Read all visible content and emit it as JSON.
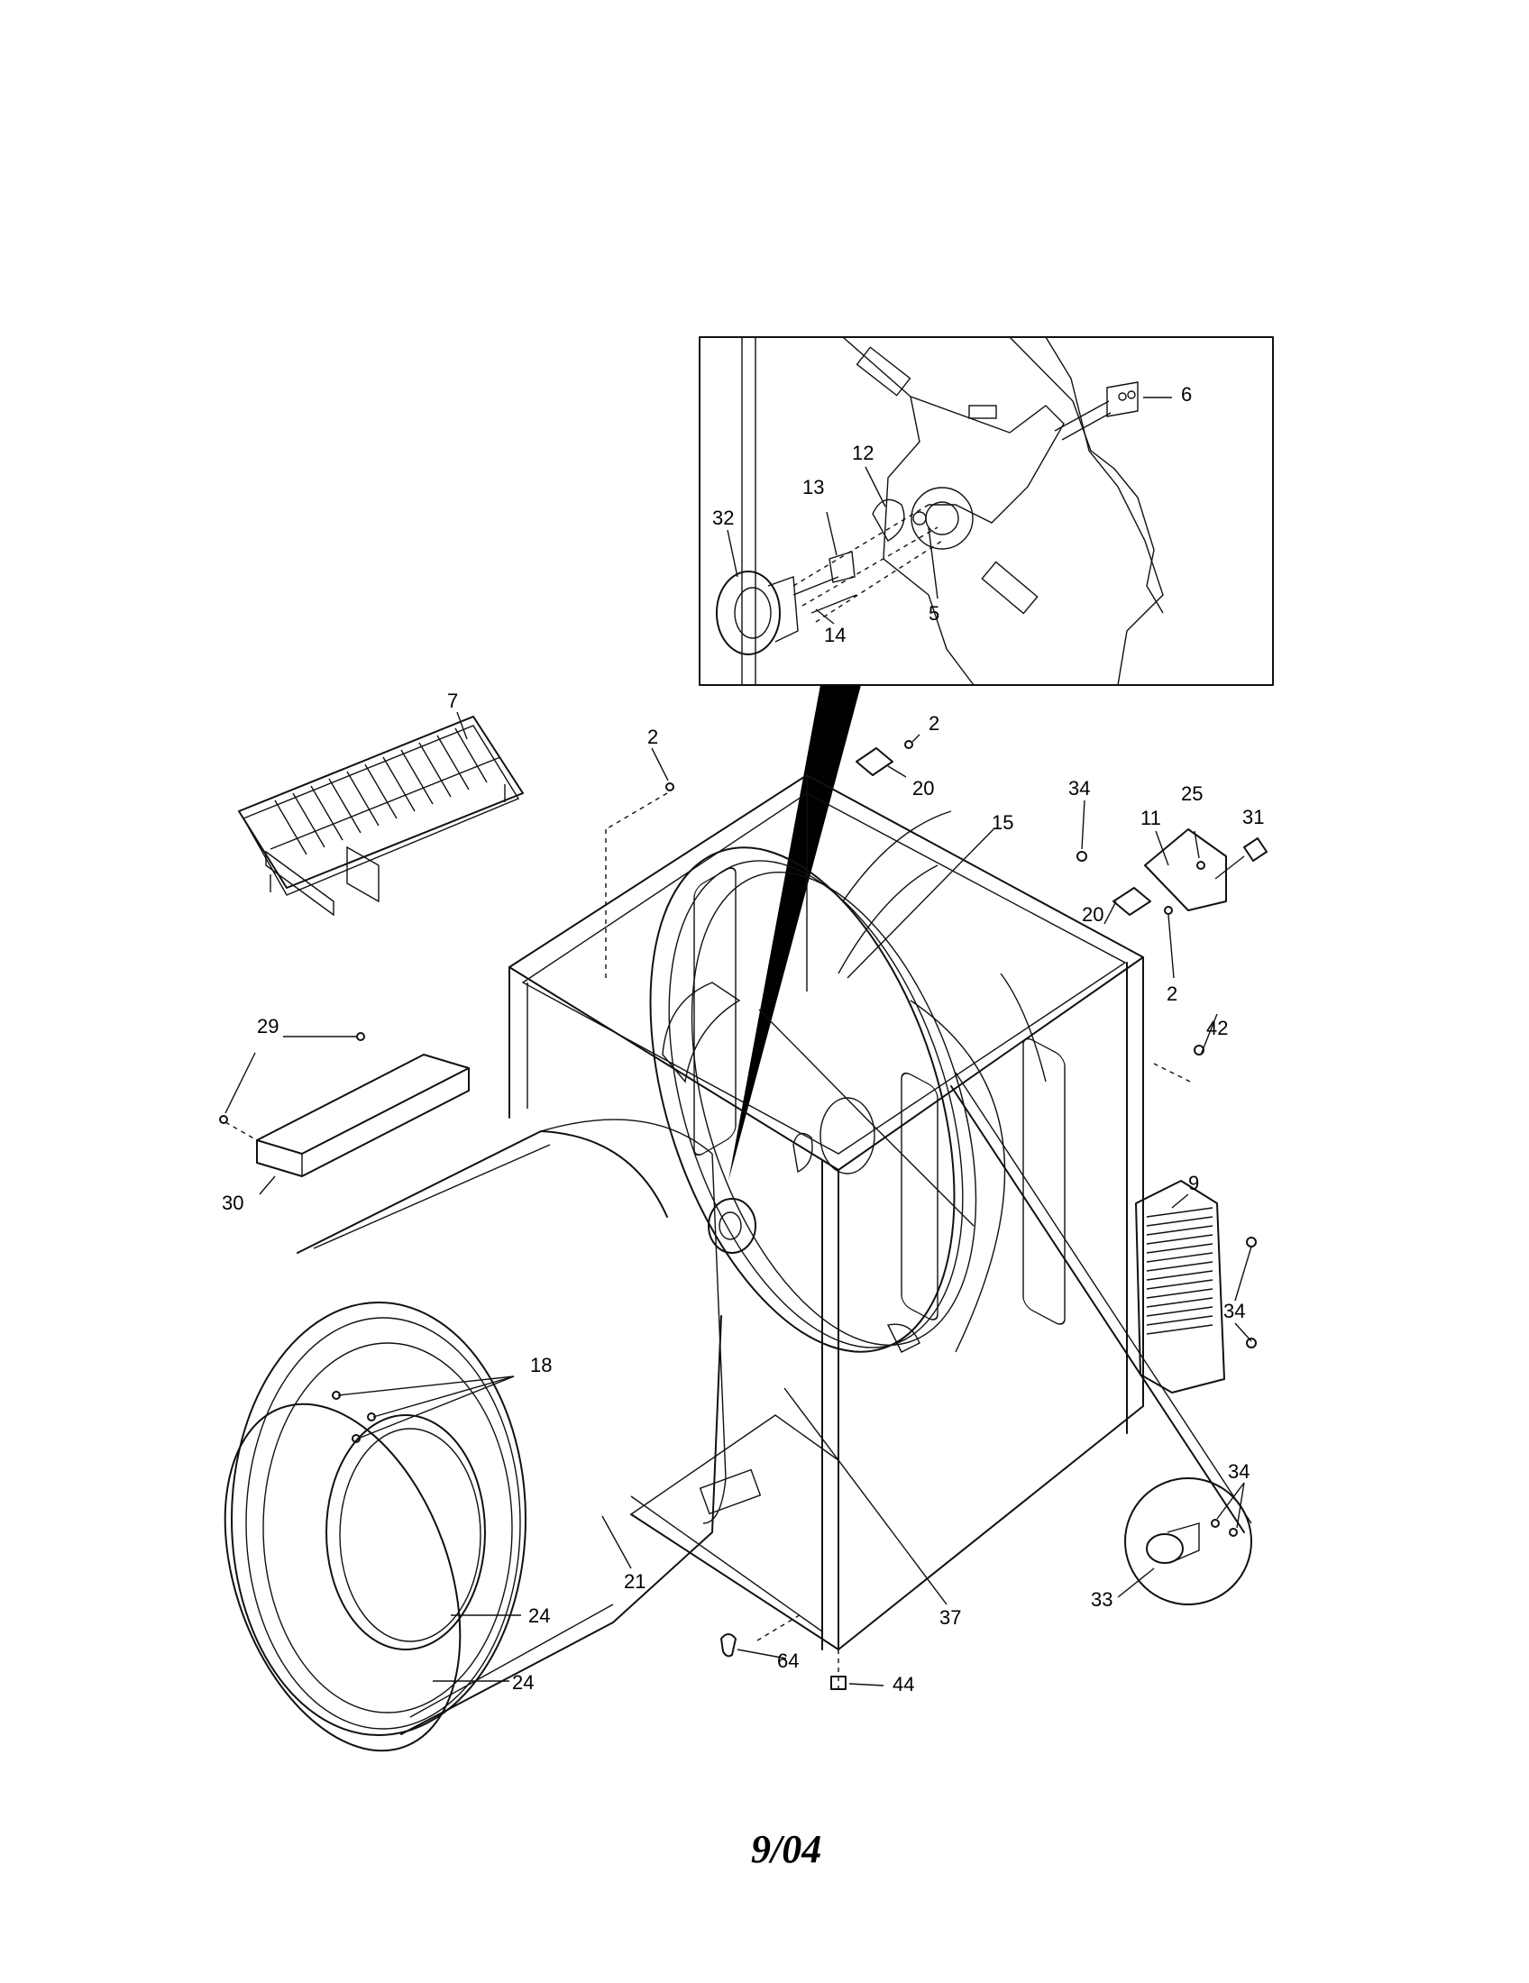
{
  "callouts": {
    "c6": "6",
    "c12": "12",
    "c13": "13",
    "c32": "32",
    "c14": "14",
    "c5": "5",
    "c7": "7",
    "c2a": "2",
    "c2b": "2",
    "c2c": "2",
    "c20a": "20",
    "c20b": "20",
    "c15": "15",
    "c34a": "34",
    "c34b": "34",
    "c34c": "34",
    "c11": "11",
    "c25": "25",
    "c31": "31",
    "c42": "42",
    "c29": "29",
    "c30": "30",
    "c9": "9",
    "c18": "18",
    "c21": "21",
    "c24a": "24",
    "c24b": "24",
    "c37": "37",
    "c33": "33",
    "c64": "64",
    "c44": "44"
  },
  "footer": {
    "date_code": "9/04"
  }
}
